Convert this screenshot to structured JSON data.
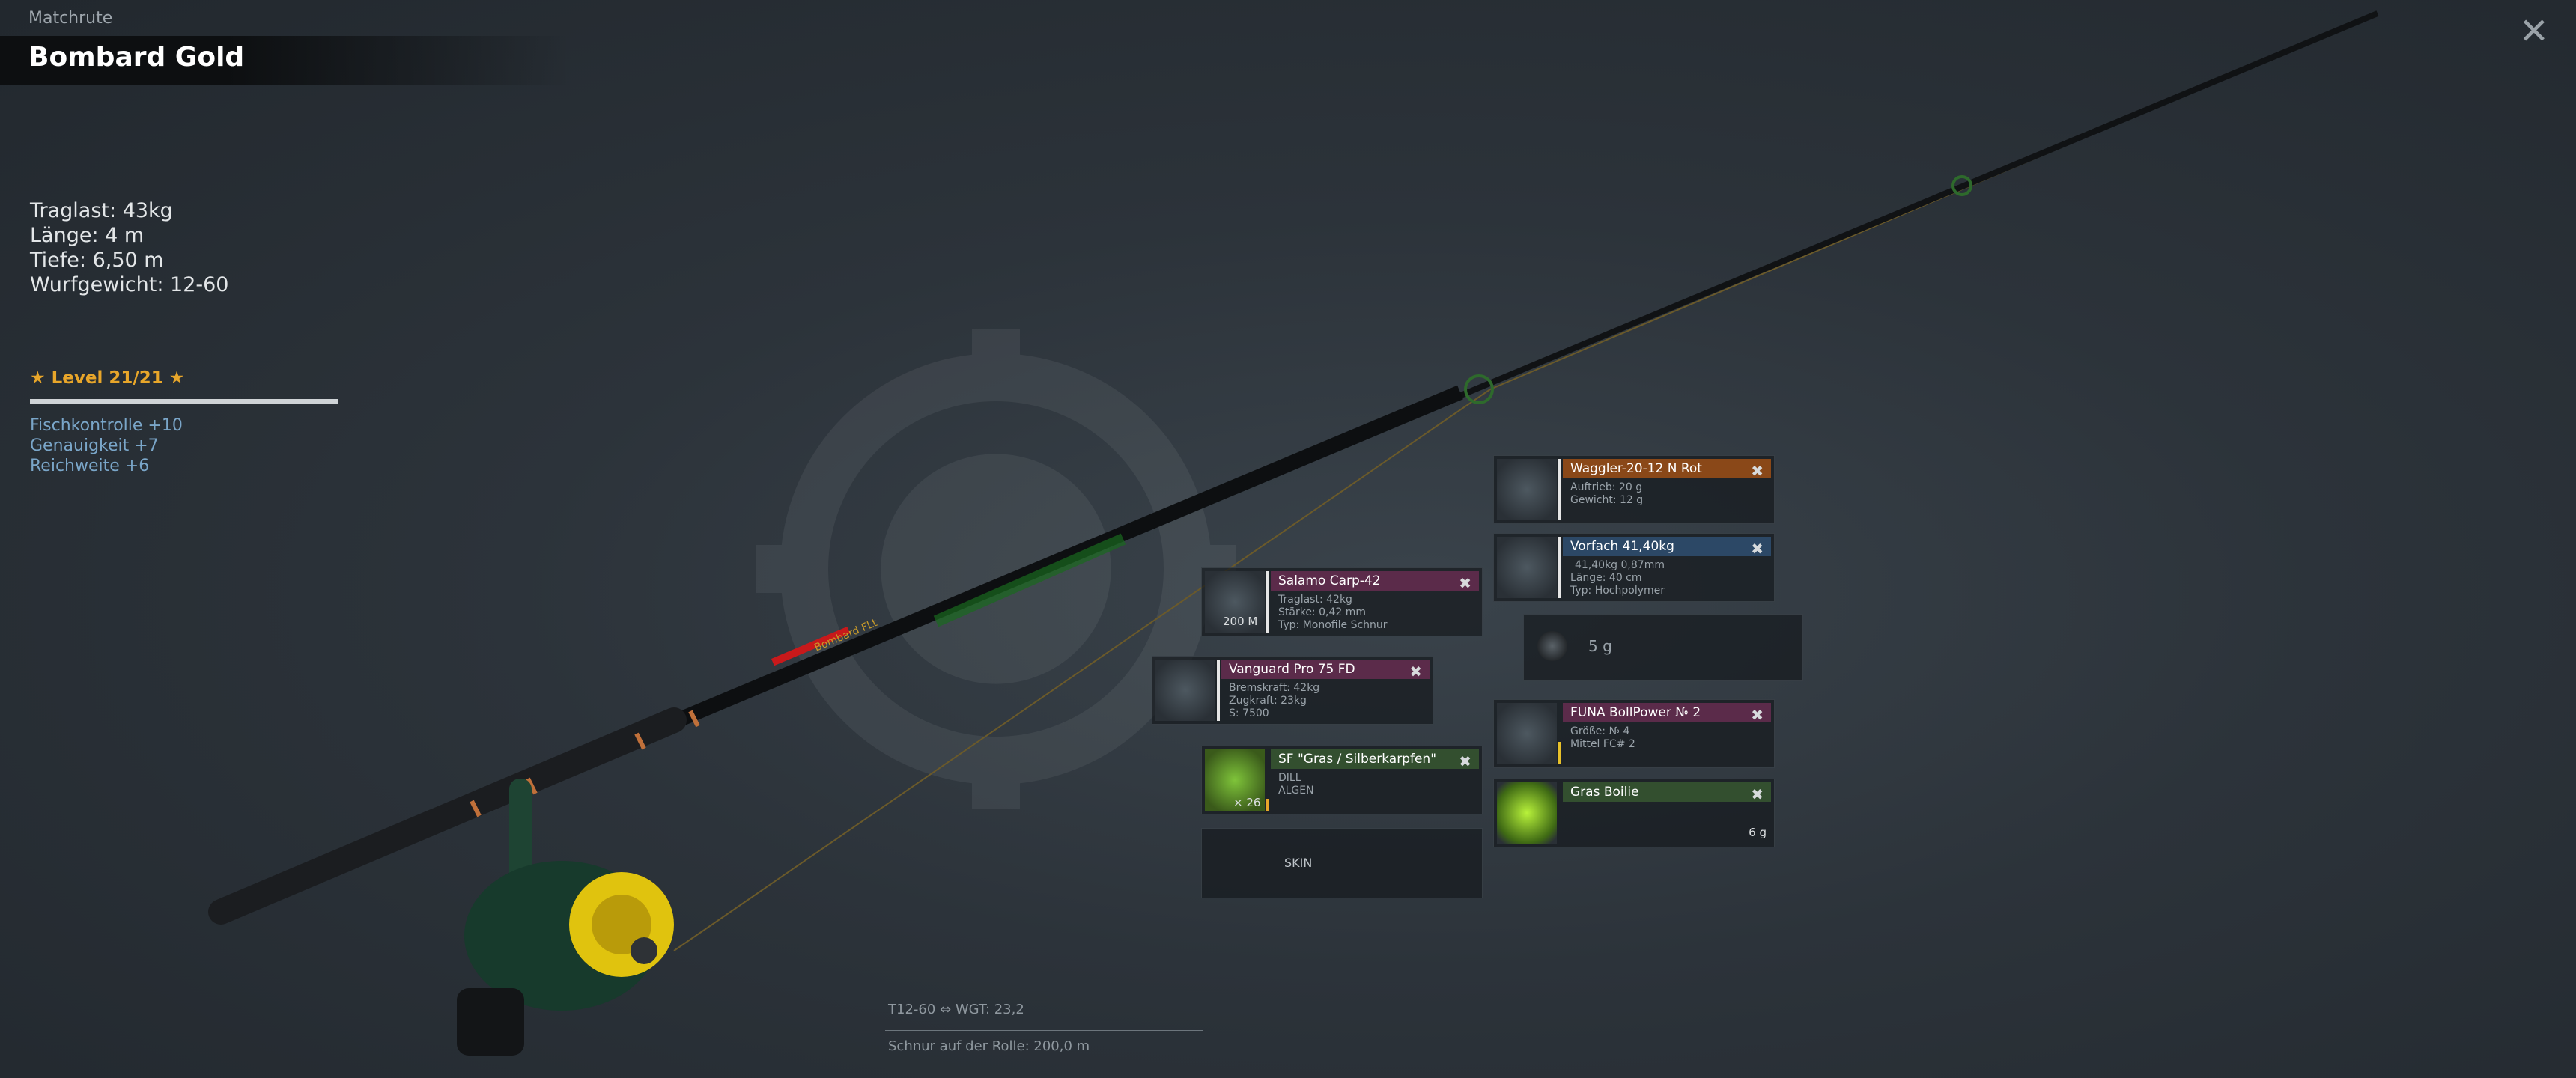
{
  "header": {
    "category": "Matchrute",
    "title": "Bombard Gold",
    "close_icon": "close-icon"
  },
  "stats": {
    "traglast": "Traglast:    43kg",
    "laenge": "Länge:    4 m",
    "tiefe": "Tiefe:    6,50 m",
    "wurfgewicht": "Wurfgewicht: 12-60"
  },
  "level": {
    "label": "★ Level 21/21 ★",
    "progress": 1.0
  },
  "bonuses": [
    "Fischkontrolle +10",
    "Genauigkeit +7",
    "Reichweite +6"
  ],
  "rod_print": "Bombard FLt",
  "slots": {
    "line": {
      "title": "Salamo Carp-42",
      "details": [
        "Traglast:    42kg",
        "Stärke:    0,42 mm",
        "Typ: Monofile Schnur"
      ],
      "qty": "200 M"
    },
    "reel": {
      "title": "Vanguard Pro 75 FD",
      "details": [
        "Bremskraft:    42kg",
        "Zugkraft:    23kg",
        "S: 7500"
      ]
    },
    "bait": {
      "title": "SF \"Gras / Silberkarpfen\"",
      "details": [
        "DILL",
        "ALGEN"
      ],
      "qty": "× 26"
    },
    "skin": {
      "label": "SKIN"
    },
    "float": {
      "title": "Waggler-20-12 N Rot",
      "details": [
        "Auftrieb: 20 g",
        "Gewicht: 12 g"
      ]
    },
    "leader": {
      "title": "Vorfach  41,40kg",
      "details": [
        "41,40kg    0,87mm",
        "Länge:    40 cm",
        "Typ: Hochpolymer"
      ]
    },
    "sinker": {
      "weight": "5 g"
    },
    "hook": {
      "title": "FUNA BollPower № 2",
      "details": [
        "Größe: № 4",
        "Mittel FC# 2"
      ]
    },
    "boilie": {
      "title": "Gras Boilie",
      "weight": "6 g"
    }
  },
  "footer": {
    "line_info": "T12-60   ⇔ WGT: 23,2",
    "line_on_reel": "Schnur auf der Rolle: 200,0 m"
  },
  "colors": {
    "level": "#e8a62a",
    "bonus": "#7aa6c9",
    "pink": "#5b2b4a",
    "orange": "#8a4818",
    "blue": "#2c4866",
    "green": "#334f2f"
  }
}
